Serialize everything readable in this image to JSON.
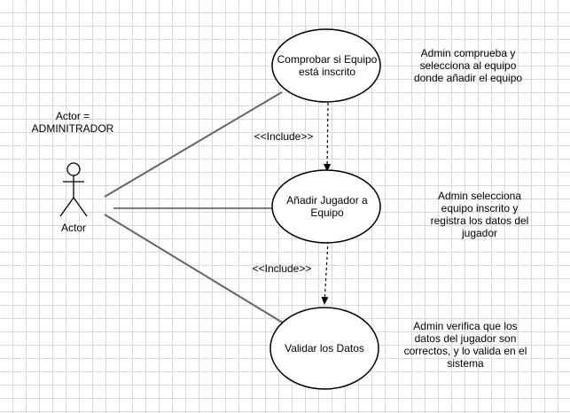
{
  "actor": {
    "annotation": "Actor = ADMINITRADOR",
    "label": "Actor"
  },
  "use_cases": [
    {
      "id": "uc1",
      "label": "Comprobar si Equipo está inscrito"
    },
    {
      "id": "uc2",
      "label": "Añadir Jugador a Equipo"
    },
    {
      "id": "uc3",
      "label": "Validar los Datos"
    }
  ],
  "relations": [
    {
      "from": "uc1",
      "to": "uc2",
      "label": "<<Include>>"
    },
    {
      "from": "uc2",
      "to": "uc3",
      "label": "<<Include>>"
    }
  ],
  "notes": [
    "Admin comprueba y selecciona al equipo donde añadir el equipo",
    "Admin selecciona equipo inscrito y registra los datos del jugador",
    "Admin verifica que los datos del jugador son correctos, y lo valida en el sistema"
  ],
  "colors": {
    "grid": "#d9d9d9",
    "association_line": "#666666",
    "stroke": "#000000"
  }
}
